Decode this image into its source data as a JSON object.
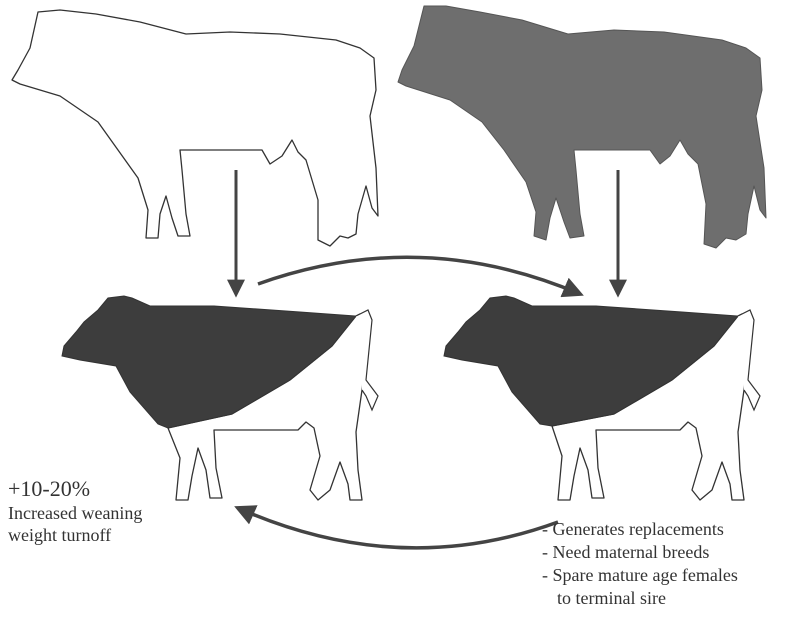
{
  "diagram": {
    "left_result": {
      "percent": "+10-20%",
      "line1": "Increased weaning",
      "line2": "weight turnoff"
    },
    "right_notes": {
      "note1": "- Generates replacements",
      "note2": "- Need maternal breeds",
      "note3": "- Spare mature age females",
      "note4": "to terminal sire"
    },
    "colors": {
      "outline_bull": "#ffffff",
      "grey_bull": "#6e6e6e",
      "cow_dark": "#3d3d3d",
      "arrows": "#444444",
      "stroke": "#333333"
    }
  }
}
